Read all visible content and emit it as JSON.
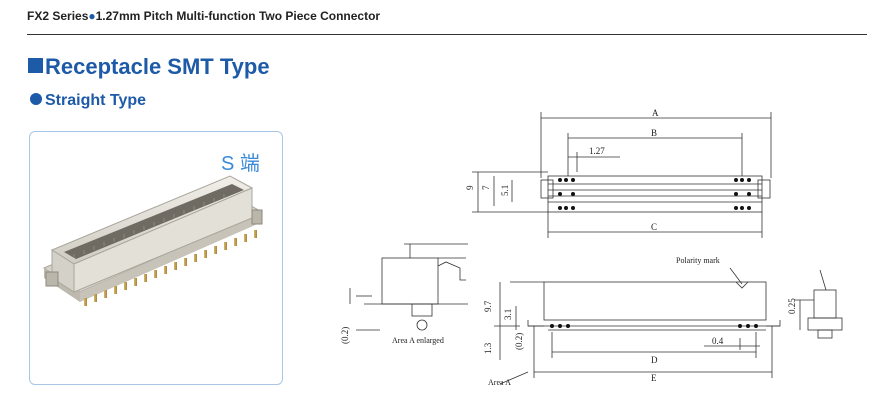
{
  "header": {
    "series": "FX2 Series",
    "separator_icon": "bullet-icon",
    "subtitle": "1.27mm Pitch Multi-function Two Piece Connector"
  },
  "section": {
    "title": "Receptacle SMT Type"
  },
  "subsection": {
    "title": "Straight Type"
  },
  "product": {
    "tag": "S 端"
  },
  "drawing": {
    "top_view": {
      "dims": {
        "A": "A",
        "B": "B",
        "pitch": "1.27",
        "C": "C",
        "h9": "9",
        "h7": "7",
        "h51": "5.1"
      }
    },
    "side_view": {
      "caption": "Area A enlarged",
      "gap": "(0.2)"
    },
    "front_view": {
      "polarity": "Polarity mark",
      "h97": "9.7",
      "h31": "3.1",
      "h13": "1.3",
      "gap": "(0.2)",
      "d04": "0.4",
      "D": "D",
      "E": "E",
      "area": "Area A"
    },
    "end_view": {
      "h025": "0.25"
    }
  },
  "colors": {
    "accent": "#1d5aa8",
    "tag": "#3a8ad8",
    "box_border": "#a9c6e6"
  }
}
